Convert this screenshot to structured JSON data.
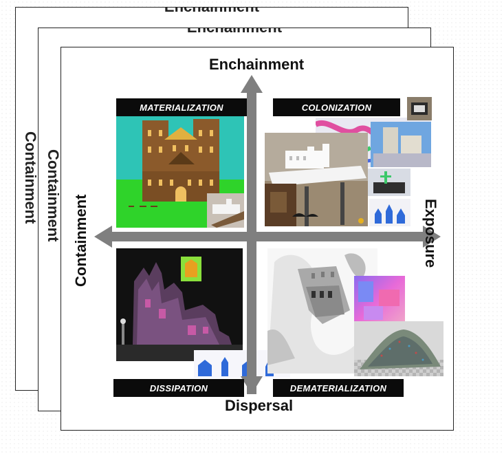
{
  "sheets": {
    "back": {
      "title": "Enchainment",
      "side": "Containment"
    },
    "mid": {
      "title": "Enchainment",
      "side": "Containment"
    }
  },
  "axes": {
    "top": "Enchainment",
    "bottom": "Dispersal",
    "left": "Containment",
    "right": "Exposure"
  },
  "quadrants": {
    "top_left": "MATERIALIZATION",
    "top_right": "COLONIZATION",
    "bottom_left": "DISSIPATION",
    "bottom_right": "DEMATERIALIZATION"
  },
  "colors": {
    "axis_arrow": "#7f7f7f",
    "label_bg": "#0b0b0b",
    "label_text": "#ffffff"
  }
}
